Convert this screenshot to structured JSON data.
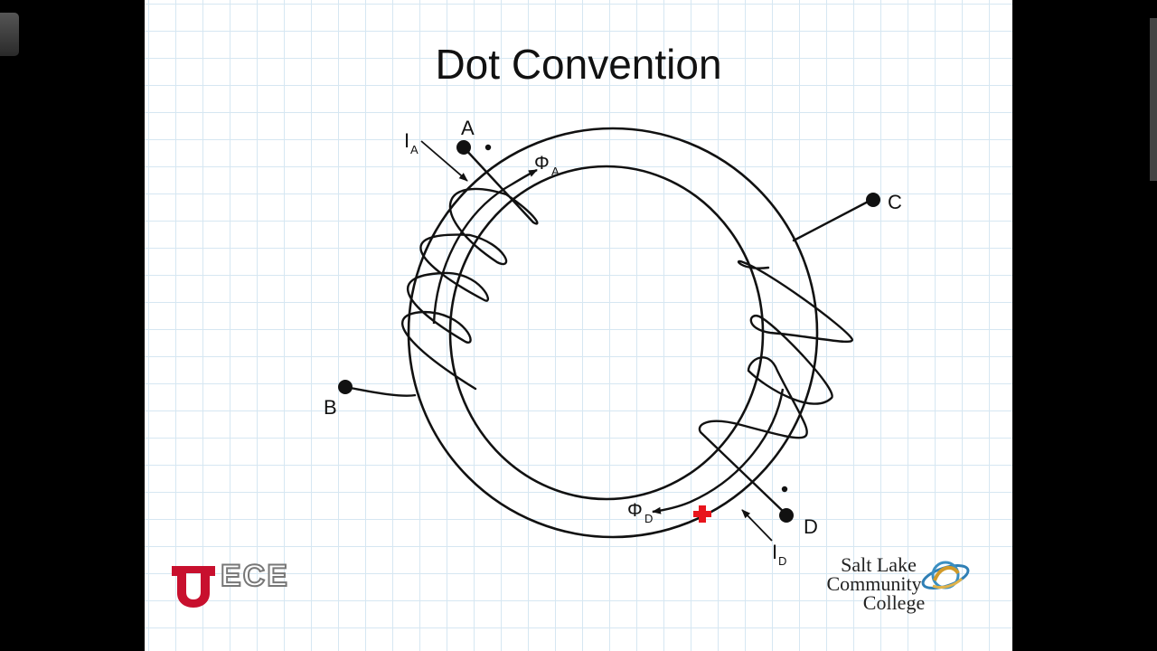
{
  "slide": {
    "title": "Dot Convention"
  },
  "diagram": {
    "terminals": {
      "a": "A",
      "b": "B",
      "c": "C",
      "d": "D"
    },
    "currents": {
      "ia_main": "I",
      "ia_sub": "A",
      "id_main": "I",
      "id_sub": "D"
    },
    "fluxes": {
      "phi_a_main": "Φ",
      "phi_a_sub": "A",
      "phi_d_main": "Φ",
      "phi_d_sub": "D"
    }
  },
  "logos": {
    "ece": "ECE",
    "college_line1": "Salt Lake",
    "college_line2": "Community",
    "college_line3": "College"
  },
  "colors": {
    "wire": "#111111",
    "marker": "#e8141c",
    "u_logo": "#c8102e",
    "grid": "#d6e7f2"
  }
}
